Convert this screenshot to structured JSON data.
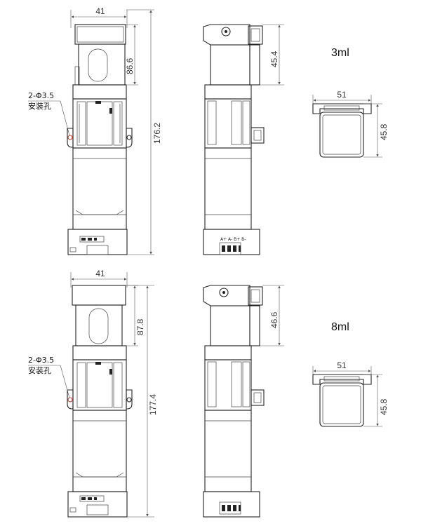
{
  "variants": [
    {
      "capacity_label": "3ml",
      "front_width": "41",
      "front_mid_height": "86.6",
      "total_height": "176.2",
      "side_top_height": "45.4",
      "top_width": "51",
      "top_depth": "45.8",
      "hole_note_1": "2-Φ3.5",
      "hole_note_2": "安装孔"
    },
    {
      "capacity_label": "8ml",
      "front_width": "41",
      "front_mid_height": "87.8",
      "total_height": "177.4",
      "side_top_height": "46.6",
      "top_width": "51",
      "top_depth": "45.8",
      "hole_note_1": "2-Φ3.5",
      "hole_note_2": "安装孔"
    }
  ]
}
